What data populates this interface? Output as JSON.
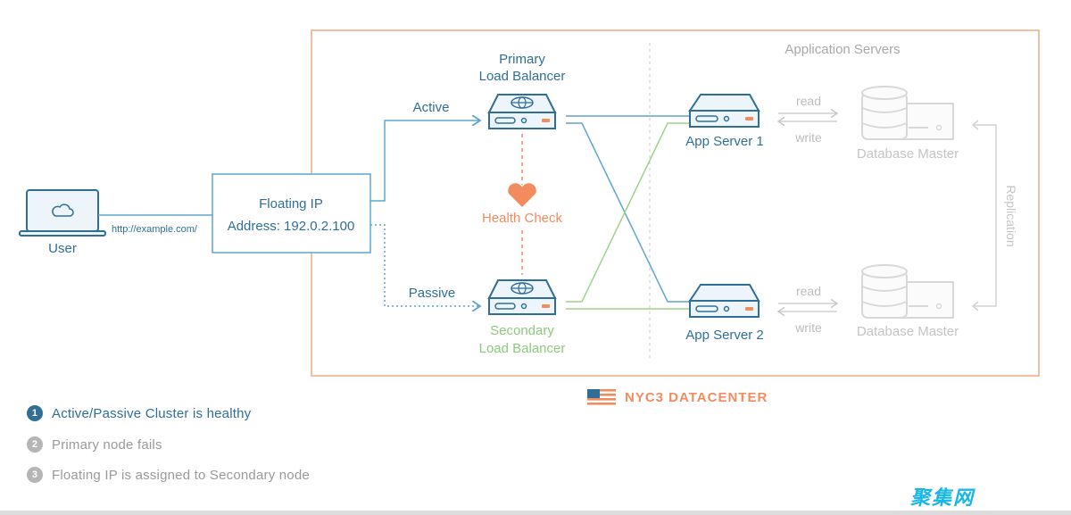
{
  "colors": {
    "blue": "#2f6f96",
    "line_blue": "#5fa5cc",
    "green": "#9dd48a",
    "orange": "#f28c5e",
    "gray": "#bdbdbd",
    "datacenter_border": "#f2a982"
  },
  "diagram": {
    "user_label": "User",
    "url_label": "http://example.com/",
    "floating_ip": {
      "title": "Floating IP",
      "address": "Address: 192.0.2.100"
    },
    "active_label": "Active",
    "passive_label": "Passive",
    "primary_lb": {
      "line1": "Primary",
      "line2": "Load Balancer"
    },
    "secondary_lb": {
      "line1": "Secondary",
      "line2": "Load Balancer"
    },
    "health_check": "Health Check",
    "app_servers_title": "Application Servers",
    "app_server_1": "App Server 1",
    "app_server_2": "App Server 2",
    "read": "read",
    "write": "write",
    "db_master_1": "Database Master",
    "db_master_2": "Database Master",
    "replication": "Replication",
    "datacenter": "NYC3 DATACENTER"
  },
  "legend": [
    {
      "num": "1",
      "text": "Active/Passive Cluster is healthy",
      "state": "active"
    },
    {
      "num": "2",
      "text": "Primary node fails",
      "state": "inactive"
    },
    {
      "num": "3",
      "text": "Floating IP is assigned to Secondary node",
      "state": "inactive"
    }
  ],
  "watermark": "聚集网"
}
